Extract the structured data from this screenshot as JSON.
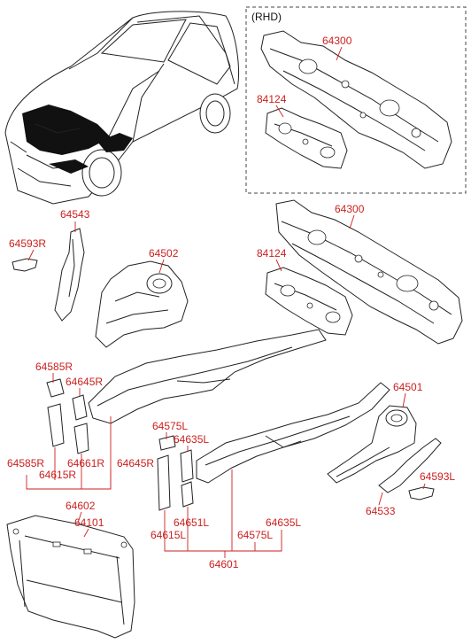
{
  "rhd_box": {
    "label": "(RHD)"
  },
  "colors": {
    "label": "#cc1f1f",
    "line": "#222222",
    "highlight": "#111111"
  },
  "labels": {
    "p64300_rhd": "64300",
    "p84124_rhd": "84124",
    "p64300": "64300",
    "p84124": "84124",
    "p64543": "64543",
    "p64593R": "64593R",
    "p64502": "64502",
    "p64585R_top": "64585R",
    "p64645R_top": "64645R",
    "p64585R_bot": "64585R",
    "p64661R": "64661R",
    "p64645R_bot": "64645R",
    "p64615R": "64615R",
    "p64575L_top": "64575L",
    "p64635L_top": "64635L",
    "p64501": "64501",
    "p64593L": "64593L",
    "p64533": "64533",
    "p64602": "64602",
    "p64101": "64101",
    "p64651L": "64651L",
    "p64635L_bot": "64635L",
    "p64615L": "64615L",
    "p64575L_bot": "64575L",
    "p64601": "64601"
  }
}
